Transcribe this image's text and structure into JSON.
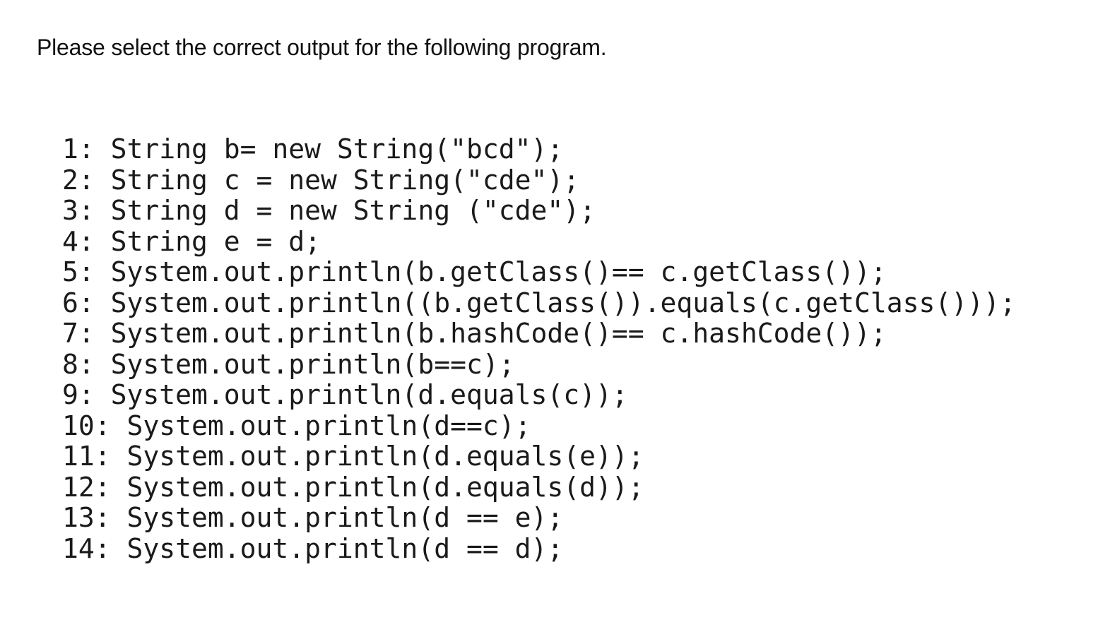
{
  "document": {
    "background_color": "#ffffff",
    "text_color": "#1a1a1a"
  },
  "prompt": {
    "text": "Please select the correct output for the following program."
  },
  "code": {
    "language": "java",
    "lines": [
      "1: String b= new String(\"bcd\");",
      "2: String c = new String(\"cde\");",
      "3: String d = new String (\"cde\");",
      "4: String e = d;",
      "5: System.out.println(b.getClass()== c.getClass());",
      "6: System.out.println((b.getClass()).equals(c.getClass()));",
      "7: System.out.println(b.hashCode()== c.hashCode());",
      "8: System.out.println(b==c);",
      "9: System.out.println(d.equals(c));",
      "10: System.out.println(d==c);",
      "11: System.out.println(d.equals(e));",
      "12: System.out.println(d.equals(d));",
      "13: System.out.println(d == e);",
      "14: System.out.println(d == d);"
    ]
  }
}
